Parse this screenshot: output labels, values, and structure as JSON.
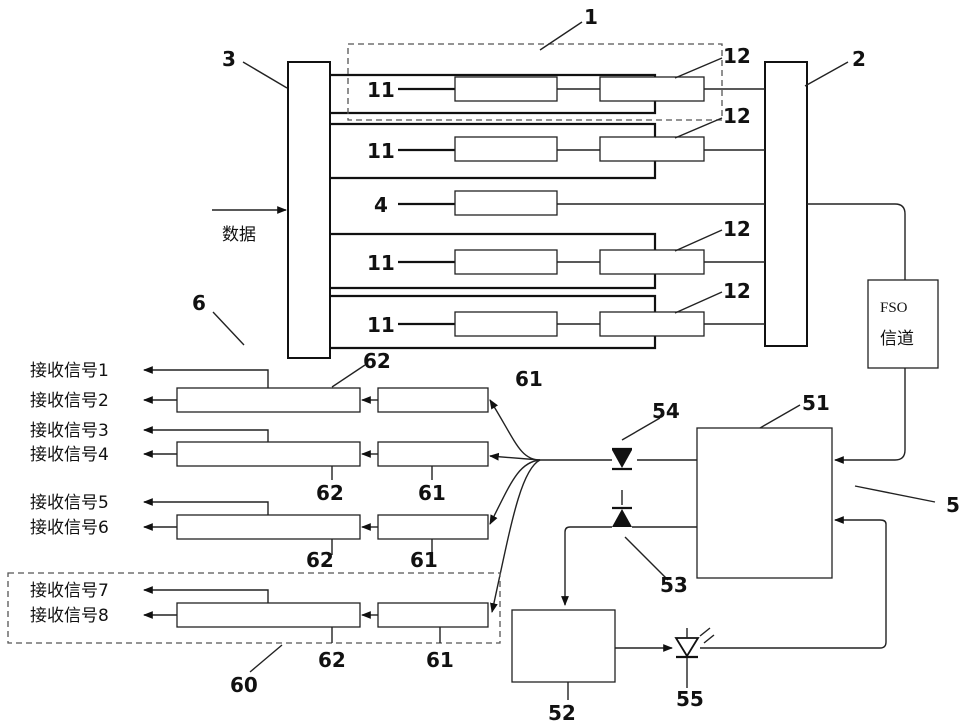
{
  "labels": {
    "n1": "1",
    "n2": "2",
    "n3": "3",
    "n4": "4",
    "n5": "5",
    "n6": "6",
    "n11": "11",
    "n12": "12",
    "n51": "51",
    "n52": "52",
    "n53": "53",
    "n54": "54",
    "n55": "55",
    "n60": "60",
    "n61": "61",
    "n62": "62",
    "data_input": "数据",
    "fso_line1": "FSO",
    "fso_line2": "信道"
  },
  "received_signals": [
    "接收信号1",
    "接收信号2",
    "接收信号3",
    "接收信号4",
    "接收信号5",
    "接收信号6",
    "接收信号7",
    "接收信号8"
  ]
}
